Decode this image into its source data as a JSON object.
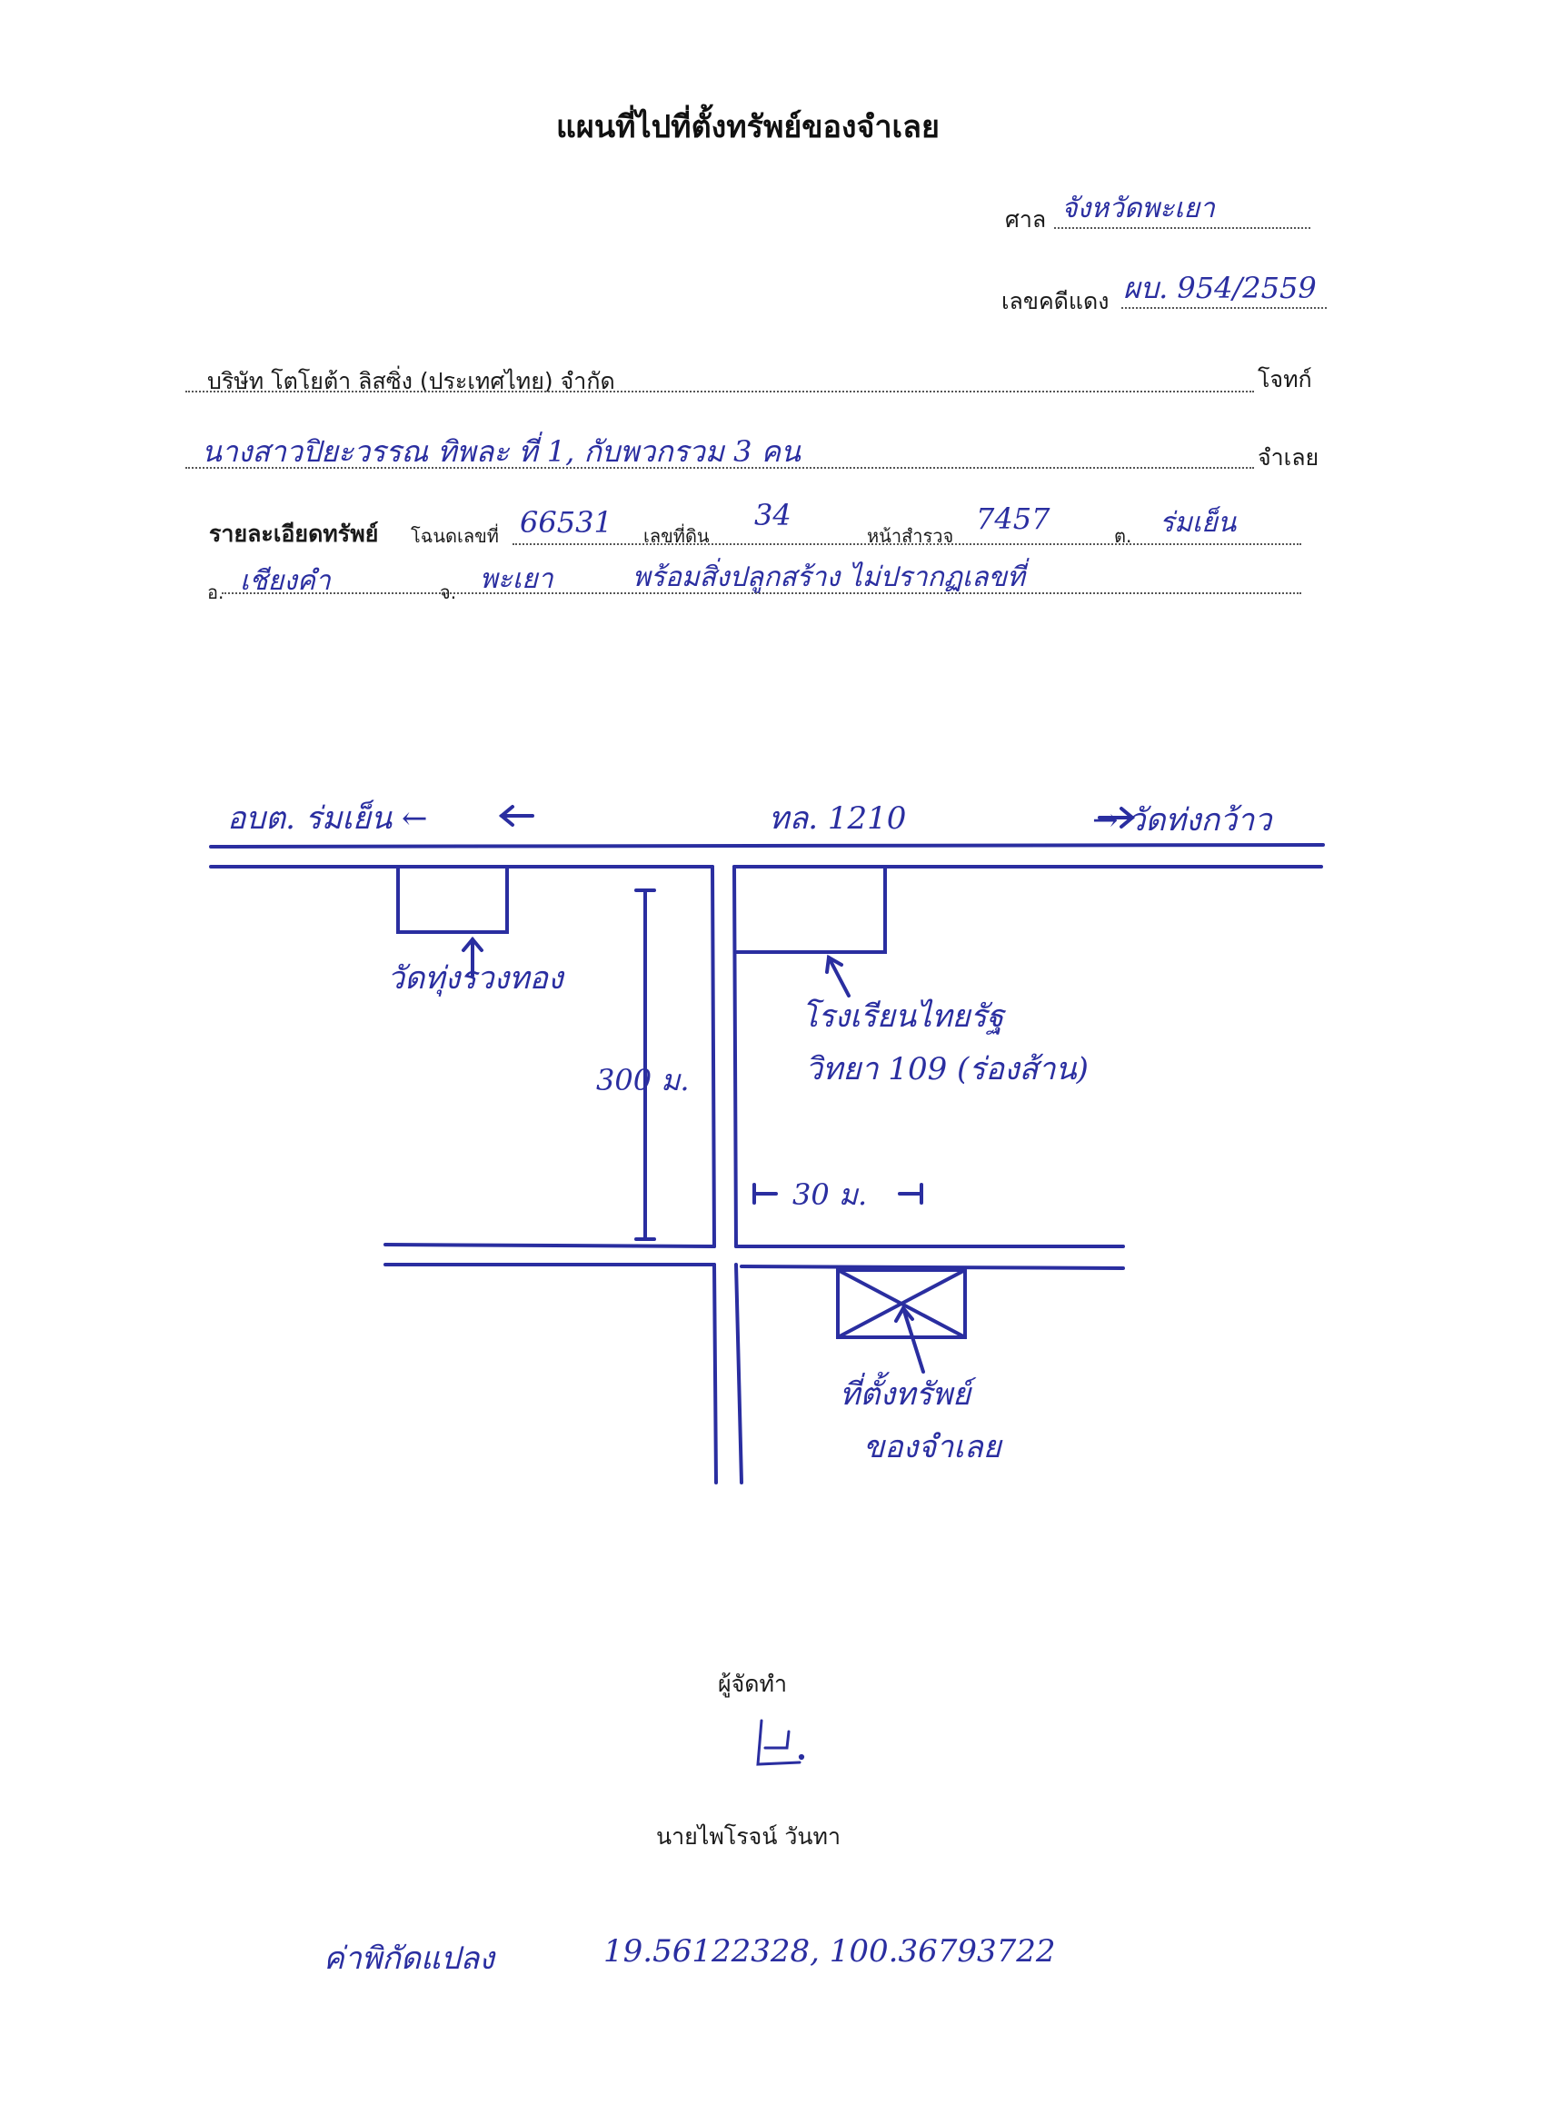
{
  "doc_title": "แผนที่ไปที่ตั้งทรัพย์ของจำเลย",
  "court": {
    "label": "ศาล",
    "value": "จังหวัดพะเยา"
  },
  "case": {
    "label": "เลขคดีแดง",
    "value": "ผบ. 954/2559"
  },
  "plaintiff": {
    "name": "บริษัท โตโยต้า ลิสซิ่ง (ประเทศไทย) จำกัด",
    "role": "โจทก์"
  },
  "defendant": {
    "name": "นางสาวปิยะวรรณ ทิพละ ที่ 1, กับพวกรวม 3 คน",
    "role": "จำเลย"
  },
  "property": {
    "heading": "รายละเอียดทรัพย์",
    "deed_label": "โฉนดเลขที่",
    "deed_value": "66531",
    "land_label": "เลขที่ดิน",
    "land_value": "34",
    "survey_label": "หน้าสำรวจ",
    "survey_value": "7457",
    "subdistrict_label": "ต.",
    "subdistrict_value": "ร่มเย็น",
    "district_label": "อ.",
    "district_value": "เชียงคำ",
    "province_label": "จ.",
    "province_value": "พะเยา",
    "note": "พร้อมสิ่งปลูกสร้าง ไม่ปรากฏเลขที่"
  },
  "map": {
    "road_left": "อบต. ร่มเย็น ←",
    "road_name": "ทล. 1210",
    "road_right": "→ วัดท่งกว้าว",
    "temple": "วัดทุ่งรวงทอง",
    "school_line1": "โรงเรียนไทยรัฐ",
    "school_line2": "วิทยา 109 (ร่องส้าน)",
    "distance_long": "300 ม.",
    "distance_short": "30 ม.",
    "property_line1": "ที่ตั้งทรัพย์",
    "property_line2": "ของจำเลย",
    "ink_color": "#2a2ea0"
  },
  "preparer": {
    "label": "ผู้จัดทำ",
    "name": "นายไพโรจน์ วันทา"
  },
  "coordinates": {
    "label": "ค่าพิกัดแปลง",
    "value": "19.56122328, 100.36793722"
  }
}
